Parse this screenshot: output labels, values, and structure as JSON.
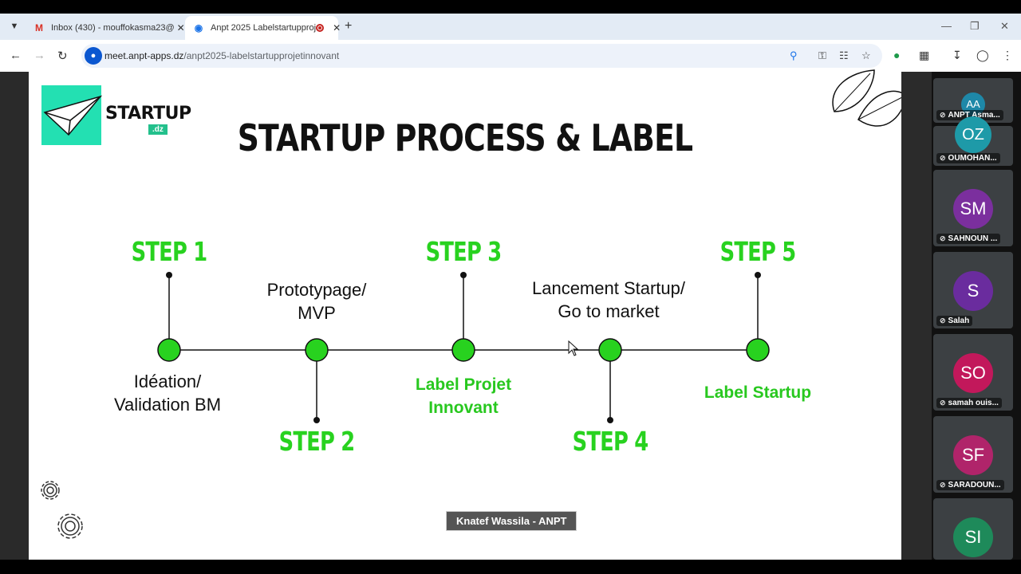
{
  "browser": {
    "tabs": [
      {
        "label": "Inbox (430) - mouffokasma23@",
        "icon": "gmail-icon",
        "active": false
      },
      {
        "label": "Anpt 2025 Labelstartupproj",
        "icon": "meet-icon",
        "active": true
      }
    ],
    "url_host": "meet.anpt-apps.dz",
    "url_path": "/anpt2025-labelstartupprojetinnovant"
  },
  "slide": {
    "logo_text": "STARTUP",
    "logo_sub": ".dz",
    "title": "STARTUP PROCESS & LABEL",
    "steps": [
      {
        "label": "STEP 1",
        "caption": "Idéation/\nValidation BM"
      },
      {
        "label": "STEP 2",
        "caption": "Prototypage/\nMVP"
      },
      {
        "label": "STEP 3",
        "caption": "Label Projet\nInnovant"
      },
      {
        "label": "STEP 4",
        "caption": "Lancement Startup/\nGo to market"
      },
      {
        "label": "STEP 5",
        "caption": "Label Startup"
      }
    ],
    "accent_color": "#28d21f"
  },
  "speaker_label": "Knatef Wassila - ANPT",
  "participants": [
    {
      "initials": "AA",
      "name": "ANPT Asma...",
      "color": "#1e88a8"
    },
    {
      "initials": "OZ",
      "name": "OUMOHAN...",
      "color": "#1e9aa8"
    },
    {
      "initials": "SM",
      "name": "SAHNOUN ...",
      "color": "#7b2f9e"
    },
    {
      "initials": "S",
      "name": "Salah",
      "color": "#6a2c9e"
    },
    {
      "initials": "SO",
      "name": "samah ouis...",
      "color": "#c2185b"
    },
    {
      "initials": "SF",
      "name": "SARADOUN...",
      "color": "#b0246a"
    },
    {
      "initials": "SI",
      "name": "",
      "color": "#1e8a5a"
    }
  ]
}
